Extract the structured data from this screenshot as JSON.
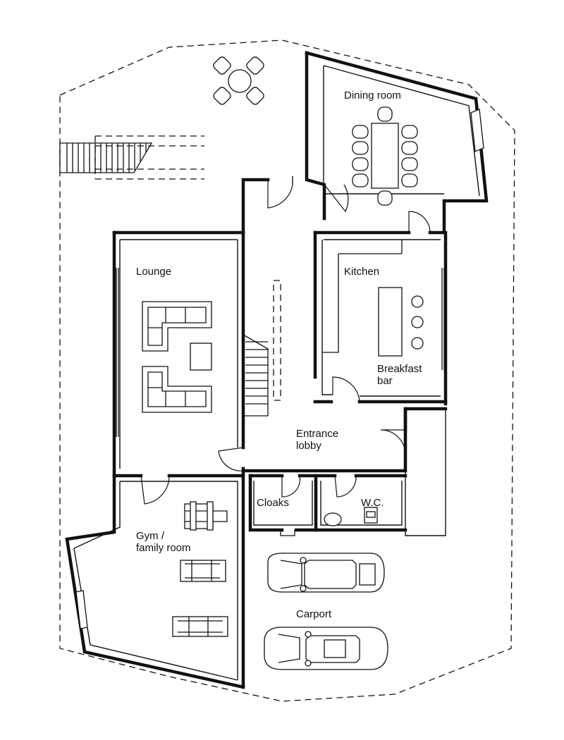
{
  "rooms": {
    "dining": "Dining room",
    "kitchen": "Kitchen",
    "breakfast_line1": "Breakfast",
    "breakfast_line2": "bar",
    "lounge": "Lounge",
    "entrance_line1": "Entrance",
    "entrance_line2": "lobby",
    "cloaks": "Cloaks",
    "wc": "W.C.",
    "gym_line1": "Gym /",
    "gym_line2": "family room",
    "carport": "Carport"
  },
  "colors": {
    "line": "#111111",
    "background": "#ffffff"
  }
}
